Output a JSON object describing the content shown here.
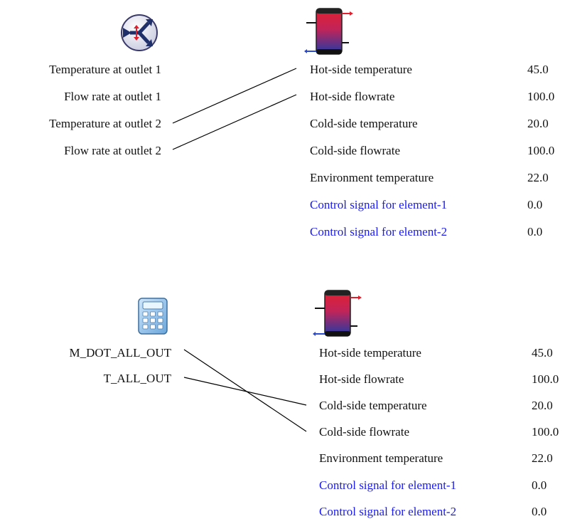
{
  "colors": {
    "text": "#111111",
    "control_text": "#1a1aee",
    "tank_hot": "#e0202e",
    "tank_cold": "#1e3aa8",
    "background": "#ffffff"
  },
  "top": {
    "source_icon": "diverter-valve-icon",
    "tank_icon": "storage-tank-icon",
    "source_outputs": [
      "Temperature at outlet 1",
      "Flow rate at outlet 1",
      "Temperature at outlet 2",
      "Flow rate at outlet 2"
    ],
    "target_inputs": [
      {
        "label": "Hot-side temperature",
        "value": "45.0"
      },
      {
        "label": "Hot-side flowrate",
        "value": "100.0"
      },
      {
        "label": "Cold-side temperature",
        "value": "20.0"
      },
      {
        "label": "Cold-side flowrate",
        "value": "100.0"
      },
      {
        "label": "Environment temperature",
        "value": "22.0"
      },
      {
        "label": "Control signal for element-1",
        "value": "0.0"
      },
      {
        "label": "Control signal for element-2",
        "value": "0.0"
      }
    ]
  },
  "bottom": {
    "source_icon": "calculator-icon",
    "tank_icon": "storage-tank-icon",
    "source_outputs": [
      "M_DOT_ALL_OUT",
      "T_ALL_OUT"
    ],
    "target_inputs": [
      {
        "label": "Hot-side temperature",
        "value": "45.0"
      },
      {
        "label": "Hot-side flowrate",
        "value": "100.0"
      },
      {
        "label": "Cold-side temperature",
        "value": "20.0"
      },
      {
        "label": "Cold-side flowrate",
        "value": "100.0"
      },
      {
        "label": "Environment temperature",
        "value": "22.0"
      },
      {
        "label": "Control signal for element-1",
        "value": "0.0"
      },
      {
        "label": "Control signal for element-2",
        "value": "0.0"
      }
    ]
  }
}
